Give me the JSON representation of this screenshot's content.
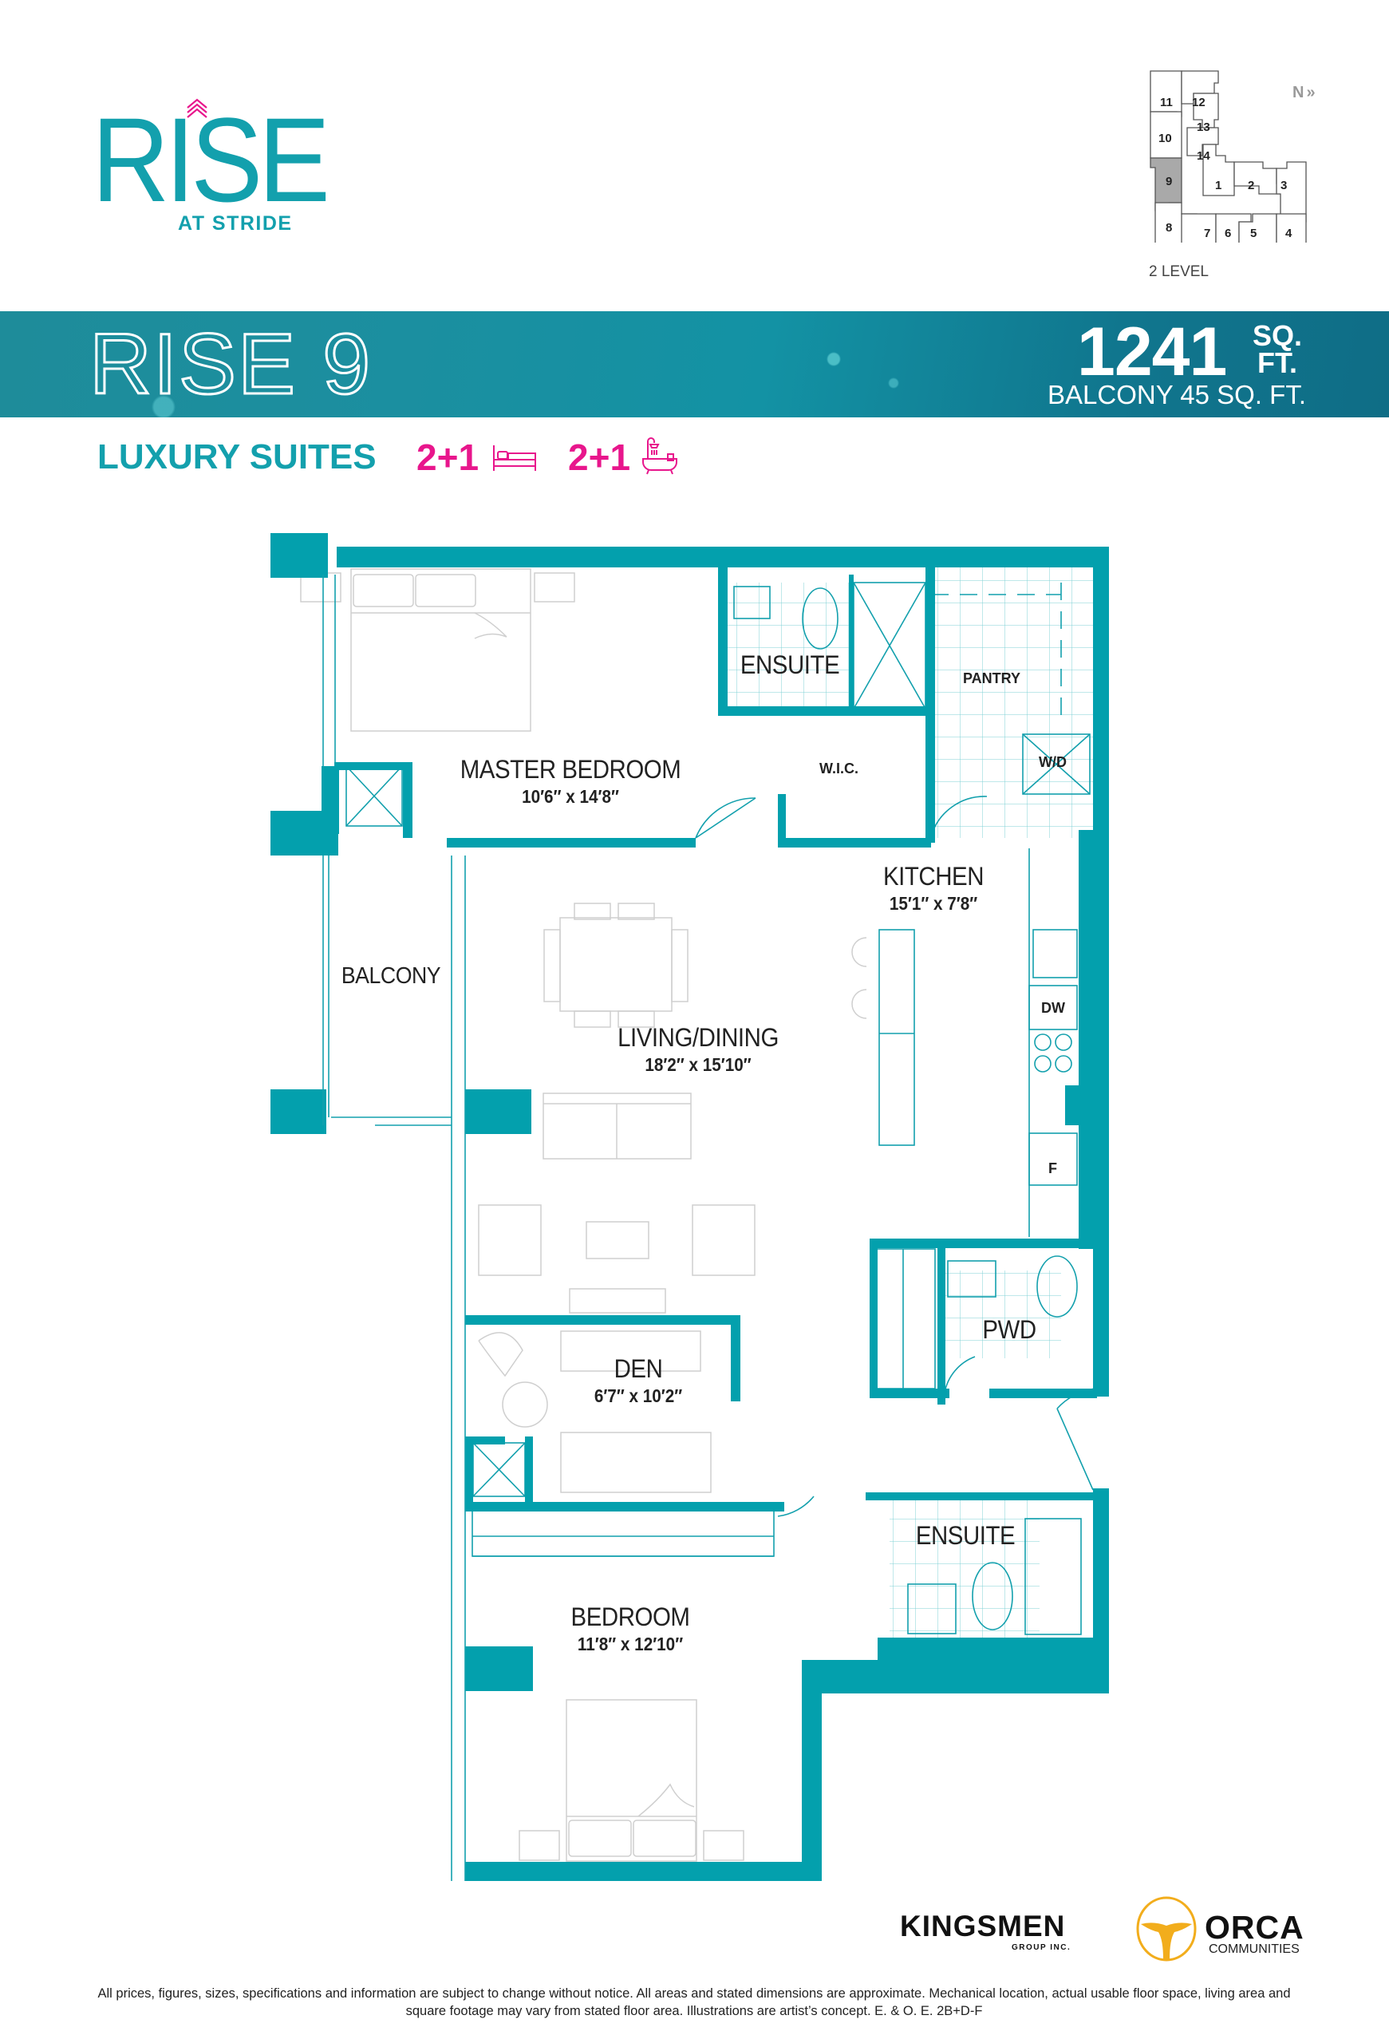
{
  "brand": {
    "logo_word": "RISE",
    "logo_sub": "AT STRIDE",
    "accent_color": "#13a0ad",
    "highlight_color": "#e8168c"
  },
  "key_plate": {
    "units": [
      "11",
      "12",
      "13",
      "14",
      "10",
      "9",
      "1",
      "2",
      "3",
      "8",
      "7",
      "6",
      "5",
      "4"
    ],
    "highlighted_unit": "9",
    "north_label": "N",
    "level_label": "2 LEVEL"
  },
  "banner": {
    "title": "RISE 9",
    "area_value": "1241",
    "area_unit_line1": "SQ.",
    "area_unit_line2": "FT.",
    "balcony_area": "BALCONY 45 SQ. FT."
  },
  "suite": {
    "type": "LUXURY SUITES",
    "bedrooms": "2+1",
    "bedroom_icon": "bed-icon",
    "bathrooms": "2+1",
    "bathroom_icon": "bathtub-icon"
  },
  "floorplan": {
    "rooms": [
      {
        "name": "MASTER BEDROOM",
        "dims": "10′6″ x 14′8″"
      },
      {
        "name": "ENSUITE",
        "dims": ""
      },
      {
        "name": "W.I.C.",
        "dims": ""
      },
      {
        "name": "PANTRY",
        "dims": ""
      },
      {
        "name": "KITCHEN",
        "dims": "15′1″ x 7′8″"
      },
      {
        "name": "BALCONY",
        "dims": ""
      },
      {
        "name": "LIVING/DINING",
        "dims": "18′2″ x 15′10″"
      },
      {
        "name": "DEN",
        "dims": "6′7″ x 10′2″"
      },
      {
        "name": "PWD",
        "dims": ""
      },
      {
        "name": "ENSUITE",
        "dims": ""
      },
      {
        "name": "BEDROOM",
        "dims": "11′8″ x 12′10″"
      }
    ],
    "appliances": {
      "washer_dryer": "W/D",
      "dishwasher": "DW",
      "fridge": "F"
    }
  },
  "footer": {
    "builder_1": "KINGSMEN",
    "builder_1_sub": "GROUP INC.",
    "builder_2": "ORCA",
    "builder_2_sub": "COMMUNITIES",
    "disclaimer_line1": "All prices, figures, sizes, specifications and information are subject to change without notice. All areas and stated dimensions are approximate. Mechanical location, actual usable floor space, living area and",
    "disclaimer_line2": "square footage may vary from stated floor area. Illustrations are artist’s concept. E. & O. E. 2B+D-F"
  }
}
